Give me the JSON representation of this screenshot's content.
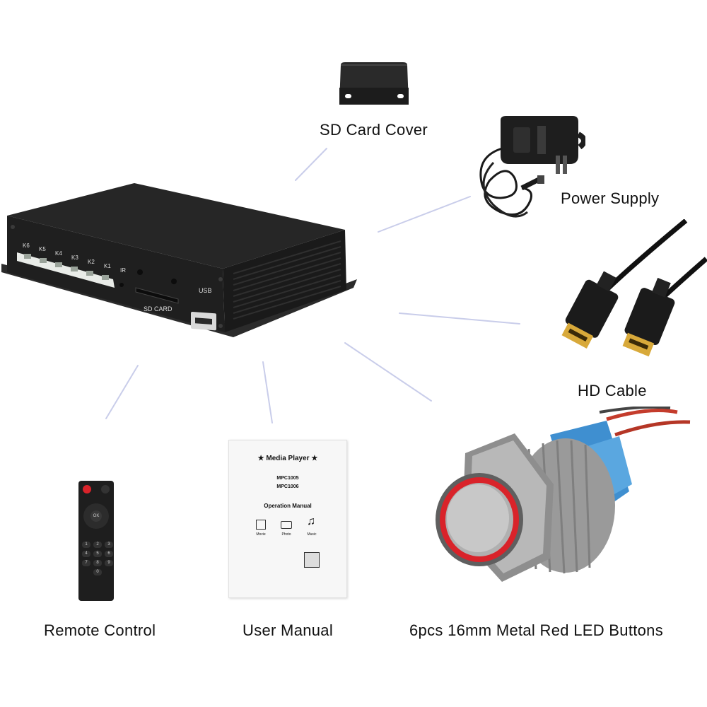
{
  "device": {
    "port_labels": [
      "K6",
      "K5",
      "K4",
      "K3",
      "K2",
      "K1",
      "IR"
    ],
    "sd_label": "SD CARD",
    "usb_label": "USB"
  },
  "labels": {
    "sd_cover": "SD Card Cover",
    "power_supply": "Power Supply",
    "hd_cable": "HD Cable",
    "remote_control": "Remote Control",
    "user_manual": "User Manual",
    "led_buttons": "6pcs 16mm Metal Red LED Buttons"
  },
  "manual": {
    "title": "★ Media Player ★",
    "model_1": "MPC1005",
    "model_2": "MPC1006",
    "subtitle": "Operation Manual",
    "icon_1": "Movie",
    "icon_2": "Photo",
    "icon_3": "Music"
  },
  "remote": {
    "ok_label": "OK",
    "keys": [
      "1",
      "2",
      "3",
      "4",
      "5",
      "6",
      "7",
      "8",
      "9",
      "0"
    ]
  },
  "icons": [
    "play-icon",
    "camera-icon",
    "music-note-icon",
    "power-icon"
  ],
  "colors": {
    "led_ring": "#d9232a",
    "power_key": "#d9232a",
    "connector_gold": "#d8a93a",
    "button_housing": "#3f8fd0",
    "device_body": "#1e1e1e"
  }
}
